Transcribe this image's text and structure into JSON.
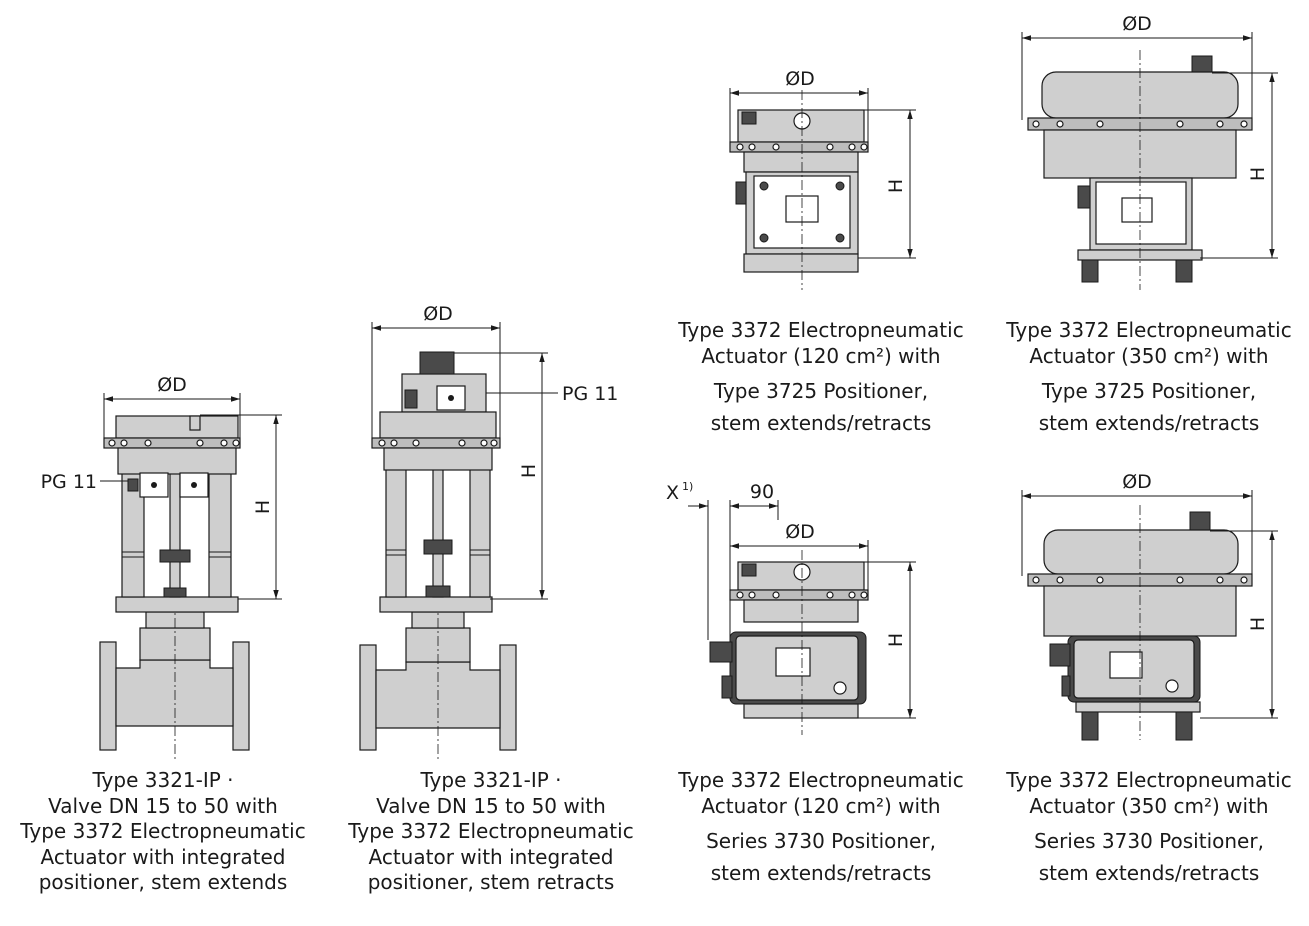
{
  "figures": [
    {
      "id": "fig1",
      "labels": {
        "diameter": "ØD",
        "height": "H",
        "connection": "PG 11"
      },
      "caption": [
        "Type 3321-IP ·",
        "Valve DN 15 to 50 with",
        "Type 3372 Electropneumatic",
        "Actuator with integrated",
        "positioner, stem extends"
      ]
    },
    {
      "id": "fig2",
      "labels": {
        "diameter": "ØD",
        "height": "H",
        "connection": "PG 11"
      },
      "caption": [
        "Type 3321-IP ·",
        "Valve DN 15 to 50 with",
        "Type 3372 Electropneumatic",
        "Actuator with integrated",
        "positioner, stem retracts"
      ]
    },
    {
      "id": "fig3",
      "labels": {
        "diameter": "ØD",
        "height": "H"
      },
      "caption": [
        "Type 3372 Electropneumatic",
        "Actuator (120 cm²) with",
        "Type 3725 Positioner,",
        "stem extends/retracts"
      ]
    },
    {
      "id": "fig4",
      "labels": {
        "diameter": "ØD",
        "height": "H"
      },
      "caption": [
        "Type 3372 Electropneumatic",
        "Actuator (350 cm²) with",
        "Type 3725 Positioner,",
        "stem extends/retracts"
      ]
    },
    {
      "id": "fig5",
      "labels": {
        "diameter": "ØD",
        "height": "H",
        "offset": "X",
        "offset_note": "1)",
        "width": "90"
      },
      "caption": [
        "Type 3372 Electropneumatic",
        "Actuator (120 cm²) with",
        "Series 3730 Positioner,",
        "stem extends/retracts"
      ]
    },
    {
      "id": "fig6",
      "labels": {
        "diameter": "ØD",
        "height": "H"
      },
      "caption": [
        "Type 3372 Electropneumatic",
        "Actuator (350 cm²) with",
        "Series 3730 Positioner,",
        "stem extends/retracts"
      ]
    }
  ]
}
